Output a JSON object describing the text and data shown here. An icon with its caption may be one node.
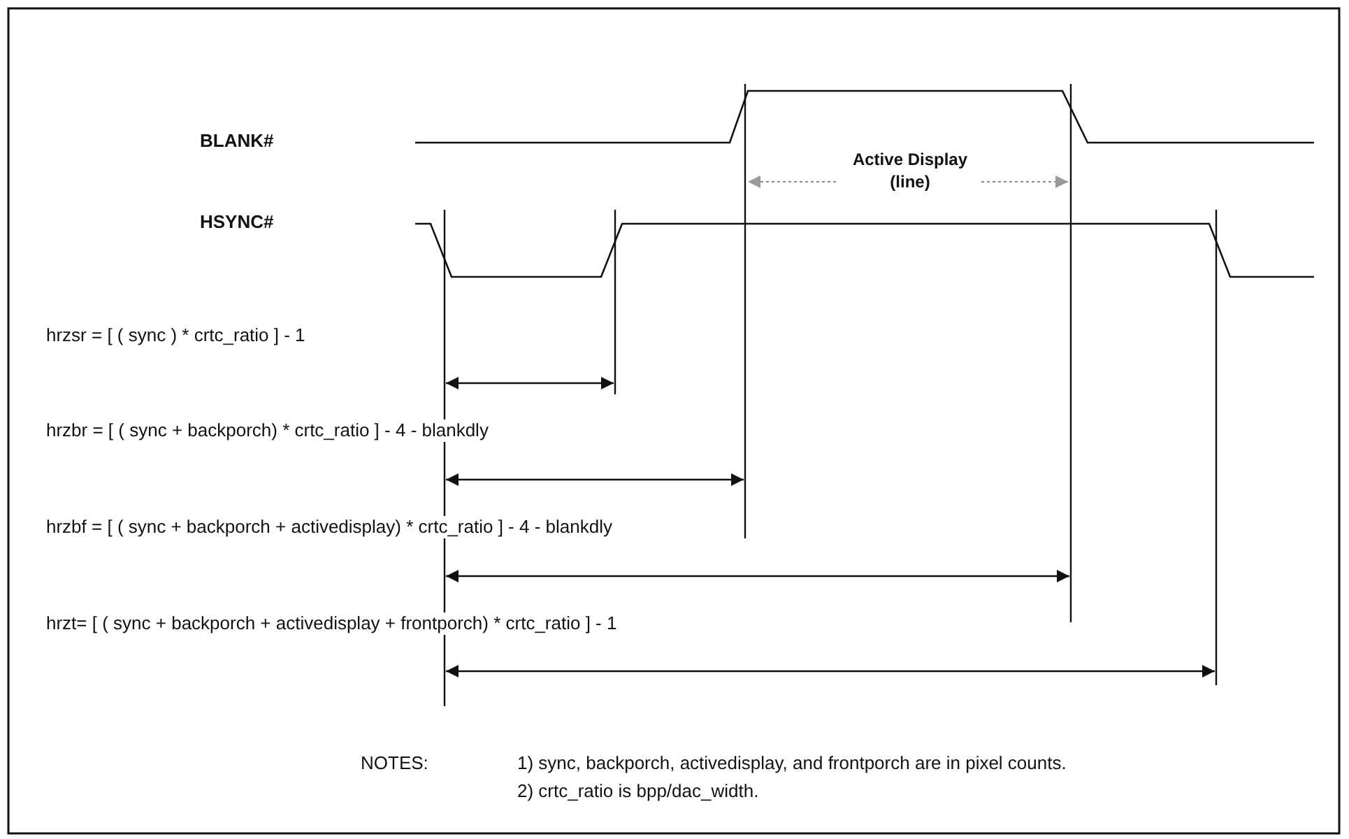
{
  "diagram": {
    "labels": [
      "BLANK#",
      "Active Display (line)",
      "HSYNC#",
      "hrzsr = [ ( sync )  * crtc_ratio ]  - 1",
      "hrzbr = [ ( sync + backporch) * crtc_ratio ] - 4 - blankdly",
      "hrzbf = [ ( sync + backporch + activedisplay) * crtc_ratio ] - 4 - blankdly",
      "hrzt= [ ( sync + backporch + activedisplay + frontporch) * crtc_ratio ] - 1",
      "NOTES:",
      "1) sync, backporch, activedisplay, and frontporch are in pixel counts.",
      "2) crtc_ratio is bpp/dac_width."
    ]
  }
}
